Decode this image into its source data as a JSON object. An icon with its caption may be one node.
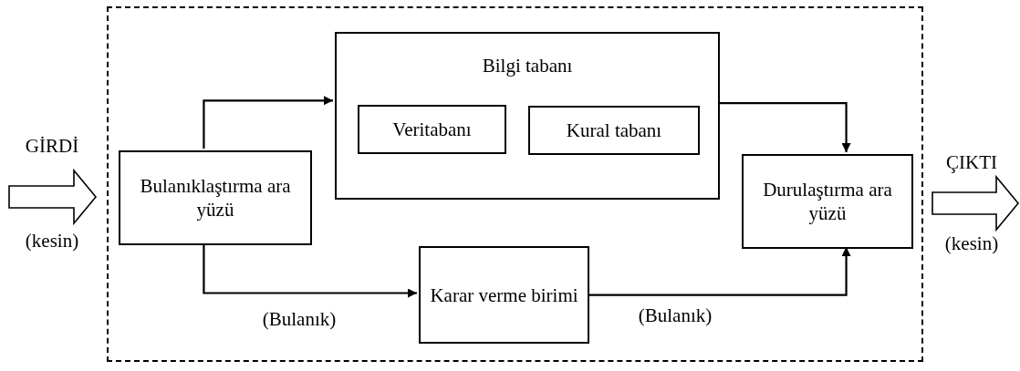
{
  "diagram": {
    "nodes": [
      {
        "text": [],
        "shape": "box"
      },
      {
        "text": [
          "Bilgi tabanı"
        ],
        "in": 0
      },
      {
        "text": [
          "Veritabanı"
        ],
        "in": 1
      },
      {
        "text": [
          "Kural tabanı"
        ],
        "in": 1
      },
      {
        "text": [
          "Bulanıklaştırma ara yüzü"
        ],
        "in": 0
      },
      {
        "text": [
          "Karar verme birimi"
        ],
        "in": 0
      },
      {
        "text": [
          "Durulaştırma ara yüzü"
        ],
        "in": 0
      }
    ],
    "edges": [
      {
        "from": null,
        "to": 0,
        "arrow": "to"
      },
      {
        "from": 4,
        "to": 1,
        "arrow": "to"
      },
      {
        "from": 1,
        "to": 6,
        "arrow": "to"
      },
      {
        "from": 4,
        "to": 5,
        "arrow": "to",
        "label": "(Bulanık)"
      },
      {
        "from": 5,
        "to": 6,
        "arrow": "to",
        "label": "(Bulanık)"
      },
      {
        "from": 0,
        "to": null,
        "arrow": "to"
      }
    ],
    "labels": [
      "GİRDİ",
      "(kesin)",
      "ÇIKTI",
      "(kesin)"
    ]
  }
}
